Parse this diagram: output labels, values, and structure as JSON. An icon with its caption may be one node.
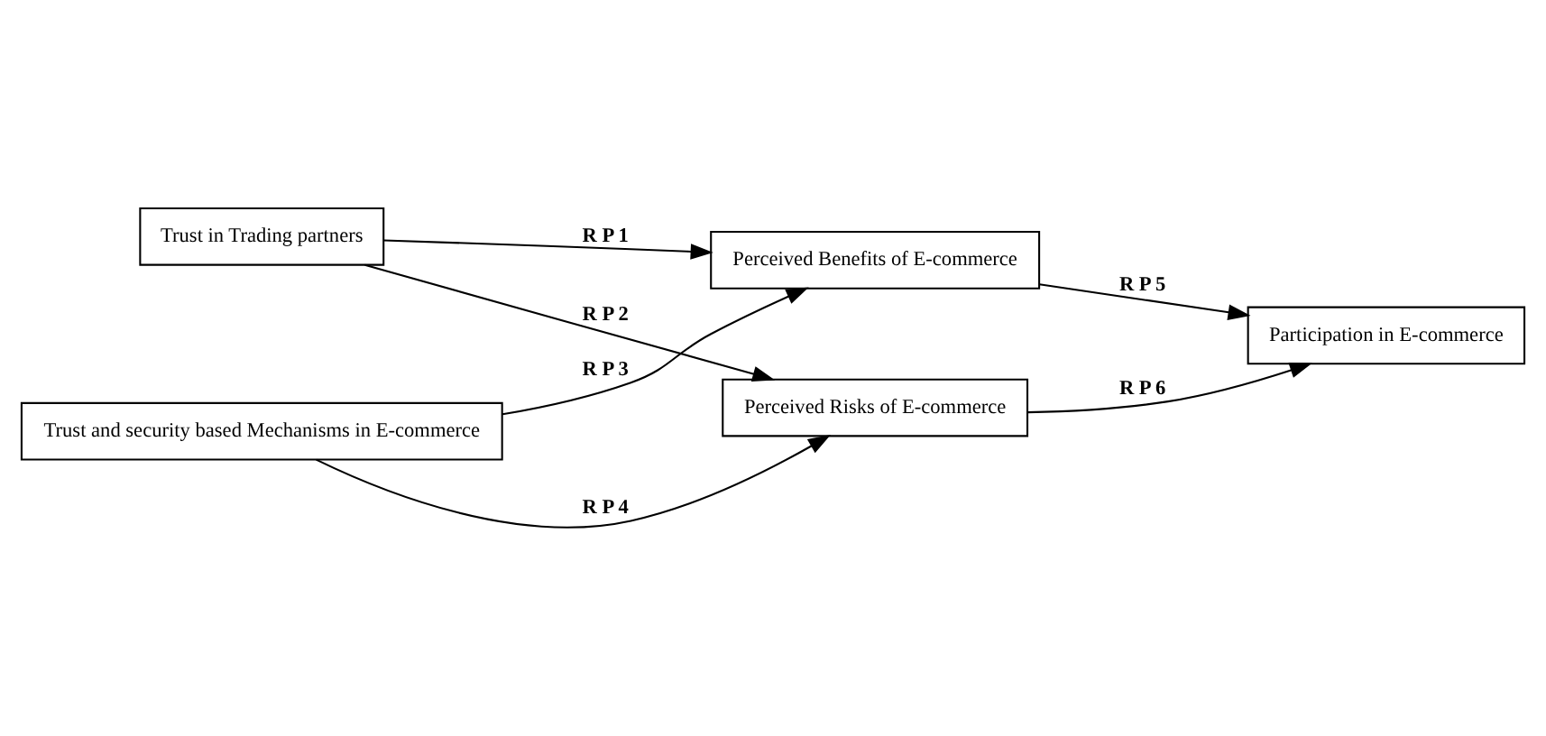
{
  "diagram": {
    "nodes": [
      {
        "text": [
          "Trust in Trading partners"
        ]
      },
      {
        "text": [
          "Trust and security based Mechanisms in E-commerce"
        ]
      },
      {
        "text": [
          "Perceived Benefits of E-commerce"
        ]
      },
      {
        "text": [
          "Perceived Risks of E-commerce"
        ]
      },
      {
        "text": [
          "Participation in E-commerce"
        ]
      }
    ],
    "edges": [
      {
        "from": 0,
        "to": 2,
        "arrow": "to",
        "label": "R P 1"
      },
      {
        "from": 0,
        "to": 3,
        "arrow": "to",
        "label": "R P 2"
      },
      {
        "from": 1,
        "to": 2,
        "arrow": "to",
        "label": "R P 3"
      },
      {
        "from": 1,
        "to": 3,
        "arrow": "to",
        "label": "R P 4"
      },
      {
        "from": 2,
        "to": 4,
        "arrow": "to",
        "label": "R P 5"
      },
      {
        "from": 3,
        "to": 4,
        "arrow": "to",
        "label": "R P 6"
      }
    ]
  }
}
